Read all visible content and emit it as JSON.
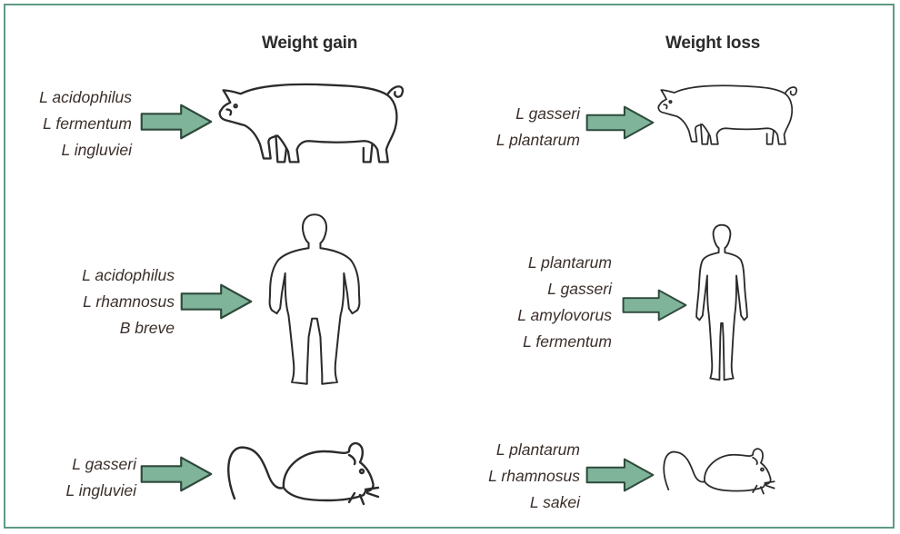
{
  "colors": {
    "frame": "#5f9a82",
    "arrow_fill": "#7fb49a",
    "arrow_stroke": "#2f4a3c",
    "outline": "#2b2b2b"
  },
  "columns": {
    "gain": {
      "heading": "Weight gain",
      "rows": [
        {
          "animal": "pig-icon",
          "species": [
            "L acidophilus",
            "L fermentum",
            "L ingluviei"
          ]
        },
        {
          "animal": "human-obese-icon",
          "species": [
            "L acidophilus",
            "L rhamnosus",
            "B breve"
          ]
        },
        {
          "animal": "mouse-icon",
          "species": [
            "L gasseri",
            "L ingluviei"
          ]
        }
      ]
    },
    "loss": {
      "heading": "Weight loss",
      "rows": [
        {
          "animal": "pig-icon",
          "species": [
            "L gasseri",
            "L plantarum"
          ]
        },
        {
          "animal": "human-lean-icon",
          "species": [
            "L plantarum",
            "L gasseri",
            "L amylovorus",
            "L fermentum"
          ]
        },
        {
          "animal": "mouse-icon",
          "species": [
            "L plantarum",
            "L rhamnosus",
            "L sakei"
          ]
        }
      ]
    }
  }
}
